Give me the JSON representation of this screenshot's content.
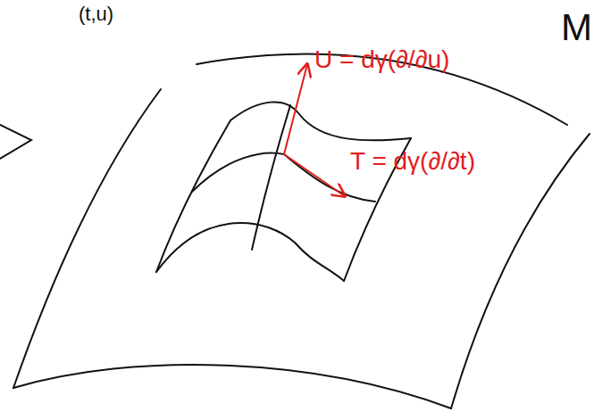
{
  "diagram": {
    "labels": [
      "(t,u)",
      "M",
      "U = dγ(∂/∂u)",
      "T = dγ(∂/∂t)"
    ]
  }
}
